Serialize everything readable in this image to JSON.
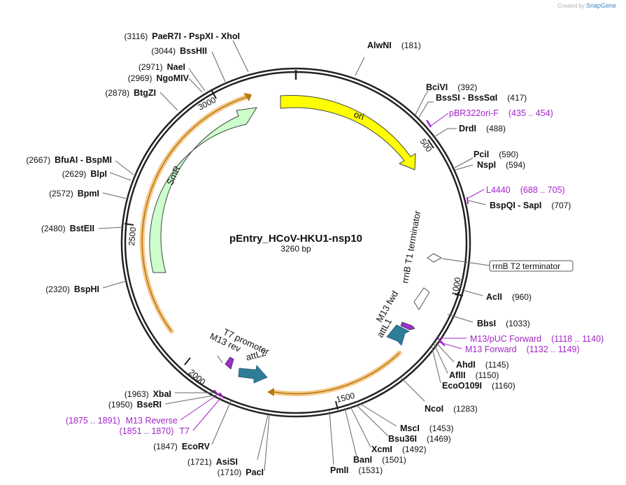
{
  "plasmid": {
    "name": "pEntry_HCoV-HKU1-nsp10",
    "length_label": "3260 bp",
    "length": 3260
  },
  "credit": {
    "text": "Created by",
    "brand": "SnapGene"
  },
  "colors": {
    "ori": "#ffff00",
    "smr": "#ccffcc",
    "highlight": "#f5c88a",
    "attl": "#2f7c98",
    "primer": "#a326c9",
    "backbone": "#222222"
  },
  "ticks": [
    "500",
    "1000",
    "1500",
    "2000",
    "2500",
    "3000"
  ],
  "features": [
    {
      "id": "ori",
      "label": "ori"
    },
    {
      "id": "smr",
      "label": "SmR"
    },
    {
      "id": "rrnb-t1",
      "label": "rrnB T1 terminator"
    },
    {
      "id": "rrnb-t2",
      "label": "rrnB T2 terminator"
    },
    {
      "id": "m13-fwd",
      "label": "M13 fwd"
    },
    {
      "id": "attl1",
      "label": "attL1"
    },
    {
      "id": "t7-promoter",
      "label": "T7 promoter"
    },
    {
      "id": "m13-rev",
      "label": "M13 rev"
    },
    {
      "id": "attl2",
      "label": "attL2"
    }
  ],
  "enzymes": [
    {
      "key": "paer7i",
      "name": "PaeR7I  - PspXI  - XhoI",
      "pos": "(3116)"
    },
    {
      "key": "bsshii",
      "name": "BssHII",
      "pos": "(3044)"
    },
    {
      "key": "naei",
      "name": "NaeI",
      "pos": "(2971)"
    },
    {
      "key": "ngomiv",
      "name": "NgoMIV",
      "pos": "(2969)"
    },
    {
      "key": "btgzi",
      "name": "BtgZI",
      "pos": "(2878)"
    },
    {
      "key": "bfuai",
      "name": "BfuAI  - BspMI",
      "pos": "(2667)"
    },
    {
      "key": "blpi",
      "name": "BlpI",
      "pos": "(2629)"
    },
    {
      "key": "bpmi",
      "name": "BpmI",
      "pos": "(2572)"
    },
    {
      "key": "bsteii",
      "name": "BstEII",
      "pos": "(2480)"
    },
    {
      "key": "bsphi",
      "name": "BspHI",
      "pos": "(2320)"
    },
    {
      "key": "xbai",
      "name": "XbaI",
      "pos": "(1963)"
    },
    {
      "key": "bseri",
      "name": "BseRI",
      "pos": "(1950)"
    },
    {
      "key": "ecorv",
      "name": "EcoRV",
      "pos": "(1847)"
    },
    {
      "key": "asisi",
      "name": "AsiSI",
      "pos": "(1721)"
    },
    {
      "key": "paci",
      "name": "PacI",
      "pos": "(1710)"
    },
    {
      "key": "alwni",
      "name": "AlwNI",
      "pos": "(181)"
    },
    {
      "key": "bcivi",
      "name": "BciVI",
      "pos": "(392)"
    },
    {
      "key": "bsssi",
      "name": "BssSI  - BssSαI",
      "pos": "(417)"
    },
    {
      "key": "drdi",
      "name": "DrdI",
      "pos": "(488)"
    },
    {
      "key": "pcii",
      "name": "PciI",
      "pos": "(590)"
    },
    {
      "key": "nspi",
      "name": "NspI",
      "pos": "(594)"
    },
    {
      "key": "bspqi",
      "name": "BspQI  - SapI",
      "pos": "(707)"
    },
    {
      "key": "acli",
      "name": "AclI",
      "pos": "(960)"
    },
    {
      "key": "bbsi",
      "name": "BbsI",
      "pos": "(1033)"
    },
    {
      "key": "ahdi",
      "name": "AhdI",
      "pos": "(1145)"
    },
    {
      "key": "aflii",
      "name": "AflII",
      "pos": "(1150)"
    },
    {
      "key": "eco0109i",
      "name": "EcoO109I",
      "pos": "(1160)"
    },
    {
      "key": "ncoi",
      "name": "NcoI",
      "pos": "(1283)"
    },
    {
      "key": "msci",
      "name": "MscI",
      "pos": "(1453)"
    },
    {
      "key": "bsu36i",
      "name": "Bsu36I",
      "pos": "(1469)"
    },
    {
      "key": "xcmi",
      "name": "XcmI",
      "pos": "(1492)"
    },
    {
      "key": "bani",
      "name": "BanI",
      "pos": "(1501)"
    },
    {
      "key": "pmli",
      "name": "PmlI",
      "pos": "(1531)"
    }
  ],
  "primers": [
    {
      "key": "pbr322",
      "name": "pBR322ori-F",
      "range": "(435 .. 454)"
    },
    {
      "key": "l4440",
      "name": "L4440",
      "range": "(688 .. 705)"
    },
    {
      "key": "m13puc",
      "name": "M13/pUC Forward",
      "range": "(1118 .. 1140)"
    },
    {
      "key": "m13fwd",
      "name": "M13 Forward",
      "range": "(1132 .. 1149)"
    },
    {
      "key": "m13rev",
      "name": "M13 Reverse",
      "range": "(1875 .. 1891)"
    },
    {
      "key": "t7",
      "name": "T7",
      "range": "(1851 .. 1870)"
    }
  ]
}
